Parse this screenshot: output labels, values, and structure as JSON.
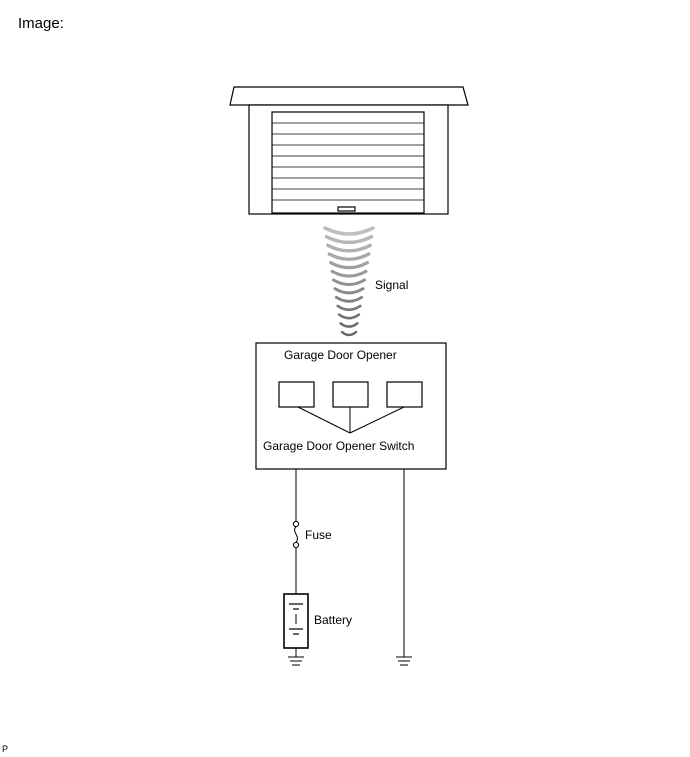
{
  "header": {
    "label": "Image:"
  },
  "labels": {
    "signal": "Signal",
    "opener": "Garage Door Opener",
    "switch": "Garage Door Opener Switch",
    "fuse": "Fuse",
    "battery": "Battery"
  },
  "corner_mark": "P"
}
